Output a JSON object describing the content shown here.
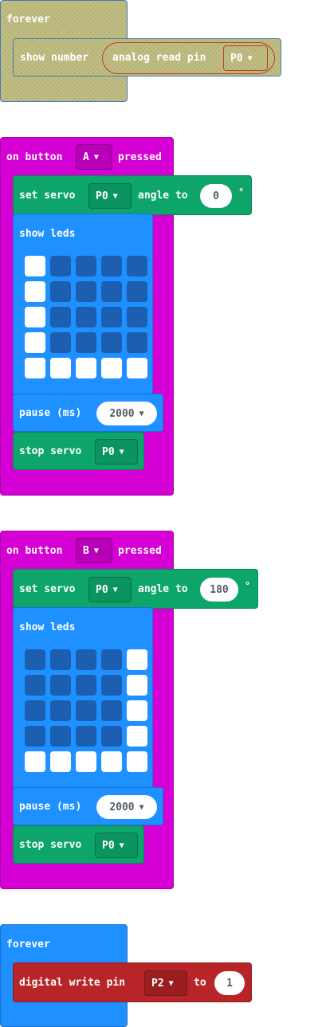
{
  "workspace": {
    "forever1": {
      "title": "forever",
      "show_number": {
        "label": "show number",
        "analog_read": {
          "label": "analog read pin",
          "pin": "P0"
        }
      }
    },
    "button_a": {
      "prefix": "on button",
      "button": "A",
      "suffix": "pressed",
      "set_servo": {
        "label": "set servo",
        "pin": "P0",
        "angle_label": "angle to",
        "angle": "0",
        "unit": "°"
      },
      "show_leds": {
        "label": "show leds",
        "leds": [
          [
            1,
            0,
            0,
            0,
            0
          ],
          [
            1,
            0,
            0,
            0,
            0
          ],
          [
            1,
            0,
            0,
            0,
            0
          ],
          [
            1,
            0,
            0,
            0,
            0
          ],
          [
            1,
            1,
            1,
            1,
            1
          ]
        ]
      },
      "pause": {
        "label": "pause (ms)",
        "value": "2000"
      },
      "stop_servo": {
        "label": "stop servo",
        "pin": "P0"
      }
    },
    "button_b": {
      "prefix": "on button",
      "button": "B",
      "suffix": "pressed",
      "set_servo": {
        "label": "set servo",
        "pin": "P0",
        "angle_label": "angle to",
        "angle": "180",
        "unit": "°"
      },
      "show_leds": {
        "label": "show leds",
        "leds": [
          [
            0,
            0,
            0,
            0,
            1
          ],
          [
            0,
            0,
            0,
            0,
            1
          ],
          [
            0,
            0,
            0,
            0,
            1
          ],
          [
            0,
            0,
            0,
            0,
            1
          ],
          [
            1,
            1,
            1,
            1,
            1
          ]
        ]
      },
      "pause": {
        "label": "pause (ms)",
        "value": "2000"
      },
      "stop_servo": {
        "label": "stop servo",
        "pin": "P0"
      }
    },
    "forever2": {
      "title": "forever",
      "digital_write": {
        "label": "digital write pin",
        "pin": "P2",
        "to_label": "to",
        "value": "1"
      }
    }
  },
  "colors": {
    "olive": "#c4c07a",
    "magenta": "#d400d4",
    "green": "#0ea56b",
    "blue": "#1e90ff",
    "red": "#b72528",
    "led_off": "#1c5fb0",
    "led_on": "#ffffff"
  }
}
